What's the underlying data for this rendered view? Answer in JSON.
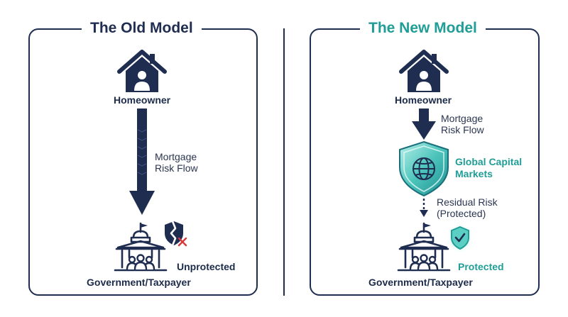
{
  "old_model": {
    "title": "The Old Model",
    "top_label": "Homeowner",
    "flow_label_line1": "Mortgage",
    "flow_label_line2": "Risk Flow",
    "status_label": "Unprotected",
    "bottom_label": "Government/Taxpayer",
    "icons": [
      "house-icon",
      "down-arrow-icon",
      "government-building-icon",
      "broken-shield-icon",
      "x-mark-icon"
    ]
  },
  "new_model": {
    "title": "The New Model",
    "top_label": "Homeowner",
    "flow_label_line1": "Mortgage",
    "flow_label_line2": "Risk Flow",
    "shield_label_line1": "Global Capital",
    "shield_label_line2": "Markets",
    "residual_line1": "Residual Risk",
    "residual_line2": "(Protected)",
    "status_label": "Protected",
    "bottom_label": "Government/Taxpayer",
    "icons": [
      "house-icon",
      "down-arrow-icon",
      "globe-shield-icon",
      "dotted-arrow-icon",
      "government-building-icon",
      "check-shield-icon"
    ]
  },
  "colors": {
    "navy": "#1f2d50",
    "teal": "#1f9d96",
    "red": "#d63a3a"
  }
}
